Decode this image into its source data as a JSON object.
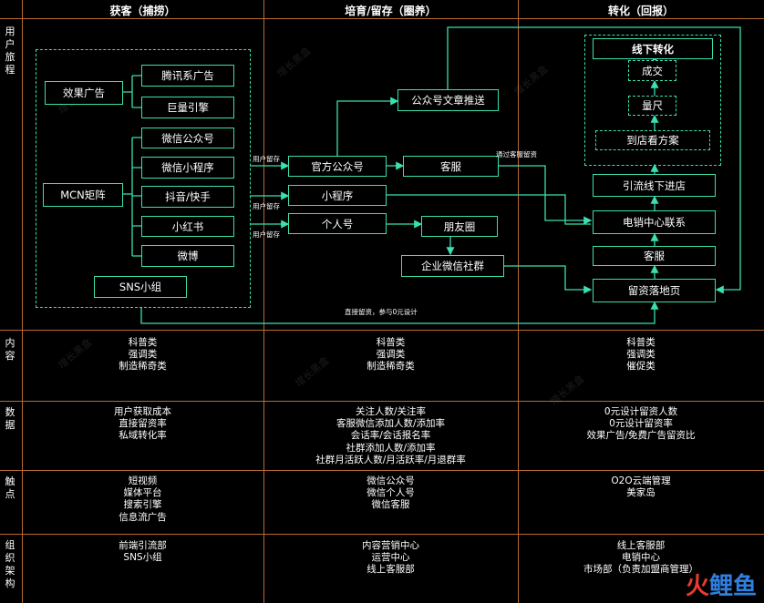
{
  "columns": [
    "获客（捕捞）",
    "培育/留存（圈养）",
    "转化（回报）"
  ],
  "rows": {
    "journey": "用户旅程",
    "content": "内容",
    "data": "数据",
    "touch": "触点",
    "org": "组织架构"
  },
  "journey": {
    "acq": {
      "effect_ads": "效果广告",
      "tencent_ads": "腾讯系广告",
      "ocean_engine": "巨量引擎",
      "mcn": "MCN矩阵",
      "wechat_oa": "微信公众号",
      "wechat_mp": "微信小程序",
      "douyin": "抖音/快手",
      "xhs": "小红书",
      "weibo": "微博",
      "sns_group": "SNS小组"
    },
    "nurture": {
      "article_push": "公众号文章推送",
      "official_oa": "官方公众号",
      "service": "客服",
      "mini_program": "小程序",
      "personal": "个人号",
      "moments": "朋友圈",
      "wecom_group": "企业微信社群"
    },
    "convert": {
      "offline": "线下转化",
      "deal": "成交",
      "measure": "量尺",
      "plan": "到店看方案",
      "drain": "引流线下进店",
      "call_center": "电销中心联系",
      "service": "客服",
      "landing": "留资落地页"
    },
    "labels": {
      "user_stay_1": "用户留存",
      "user_stay_2": "用户留存",
      "user_stay_3": "用户留存",
      "via_service": "通过客服留资",
      "direct": "直接留资，参与0元设计"
    }
  },
  "content": {
    "acq": [
      "科普类",
      "强调类",
      "制造稀奇类"
    ],
    "nurture": [
      "科普类",
      "强调类",
      "制造稀奇类"
    ],
    "convert": [
      "科普类",
      "强调类",
      "催促类"
    ]
  },
  "data": {
    "acq": [
      "用户获取成本",
      "直接留资率",
      "私域转化率"
    ],
    "nurture": [
      "关注人数/关注率",
      "客服微信添加人数/添加率",
      "会话率/会话报名率",
      "社群添加人数/添加率",
      "社群月活跃人数/月活跃率/月退群率"
    ],
    "convert": [
      "0元设计留资人数",
      "0元设计留资率",
      "效果广告/免费广告留资比"
    ]
  },
  "touch": {
    "acq": [
      "短视频",
      "媒体平台",
      "搜索引擎",
      "信息流广告"
    ],
    "nurture": [
      "微信公众号",
      "微信个人号",
      "微信客服"
    ],
    "convert": [
      "O2O云端管理",
      "美家岛"
    ]
  },
  "org": {
    "acq": [
      "前端引流部",
      "SNS小组"
    ],
    "nurture": [
      "内容营销中心",
      "运营中心",
      "线上客服部"
    ],
    "convert": [
      "线上客服部",
      "电销中心",
      "市场部（负责加盟商管理）"
    ]
  },
  "watermark": "增长黑盒",
  "logo": "鲤鱼",
  "colors": {
    "accent": "#3be0b0",
    "grid": "#b86a35",
    "logo_red": "#e83a2e",
    "logo_blue": "#2f7fe0"
  }
}
